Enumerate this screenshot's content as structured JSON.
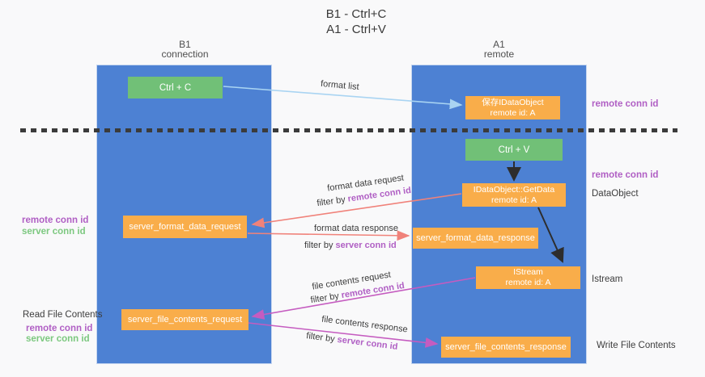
{
  "title": {
    "line1": "B1 - Ctrl+C",
    "line2": "A1 - Ctrl+V"
  },
  "lanes": {
    "left": {
      "name": "B1",
      "role": "connection"
    },
    "right": {
      "name": "A1",
      "role": "remote"
    }
  },
  "nodes": {
    "ctrl_c": {
      "label": "Ctrl + C"
    },
    "ctrl_v": {
      "label": "Ctrl + V"
    },
    "save_dataobject": {
      "line1": "保存IDataObject",
      "line2": "remote id: A"
    },
    "getdata": {
      "line1": "IDataObject::GetData",
      "line2": "remote id: A"
    },
    "istream": {
      "line1": "IStream",
      "line2": "remote id: A"
    },
    "server_format_data_request": {
      "label": "server_format_data_request"
    },
    "server_format_data_response": {
      "label": "server_format_data_response"
    },
    "server_file_contents_request": {
      "label": "server_file_contents_request"
    },
    "server_file_contents_response": {
      "label": "server_file_contents_response"
    }
  },
  "edge_labels": {
    "format_list": "format list",
    "format_data_request": {
      "text": "format data request",
      "filter_prefix": "filter by",
      "filter_value": "remote conn id"
    },
    "format_data_response": {
      "text": "format data response",
      "filter_prefix": "filter by",
      "filter_value": "server conn id"
    },
    "file_contents_request": {
      "text": "file contents request",
      "filter_prefix": "filter by",
      "filter_value": "remote conn id"
    },
    "file_contents_response": {
      "text": "file contents response",
      "filter_prefix": "filter by",
      "filter_value": "server conn id"
    }
  },
  "side_labels": {
    "right_top_remote_conn_id": "remote conn id",
    "right_mid_remote_conn_id": "remote conn id",
    "dataobject": "DataObject",
    "istream": "Istream",
    "write_file_contents": "Write File Contents",
    "left_remote_conn_id_1": "remote conn id",
    "left_server_conn_id_1": "server conn id",
    "read_file_contents": "Read File Contents",
    "left_remote_conn_id_2": "remote conn id",
    "left_server_conn_id_2": "server conn id"
  },
  "colors": {
    "lane_blue": "#4d81d3",
    "box_orange": "#f9ad4a",
    "box_green": "#71c077",
    "arrow_salmon": "#f0827a",
    "arrow_magenta": "#c55cc0",
    "arrow_lightblue": "#a9d4f2",
    "arrow_black": "#2d2d2d",
    "text_purple": "#b05fc4",
    "text_green": "#7cc87f",
    "text_dark": "#3d3d3d"
  }
}
